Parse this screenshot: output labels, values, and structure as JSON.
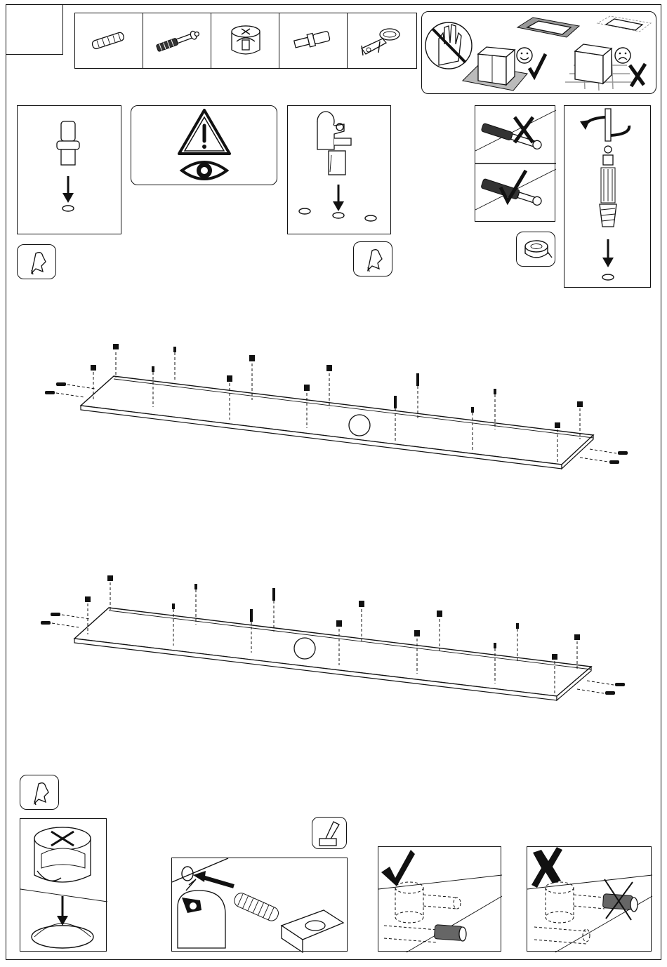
{
  "step": {
    "number": ""
  },
  "parts": [
    {
      "id": "dowel",
      "icon": "wooden-dowel-icon"
    },
    {
      "id": "cam-bolt",
      "icon": "cam-bolt-icon"
    },
    {
      "id": "cam-lock",
      "icon": "cam-lock-icon"
    },
    {
      "id": "shelf-pin",
      "icon": "shelf-pin-icon"
    },
    {
      "id": "hinge-plate",
      "icon": "hinge-plate-icon"
    }
  ],
  "icons": {
    "warning": "warning-triangle-icon",
    "eye": "eye-icon",
    "glue": "glue-drop-icon",
    "tape": "tape-roll-icon",
    "hammer": "hammer-icon",
    "correct": "checkmark-icon",
    "wrong": "x-mark-icon",
    "happy": "smiley-icon",
    "sad": "frown-icon"
  },
  "colors": {
    "ink": "#111111",
    "paper": "#ffffff",
    "gray": "#777777"
  }
}
